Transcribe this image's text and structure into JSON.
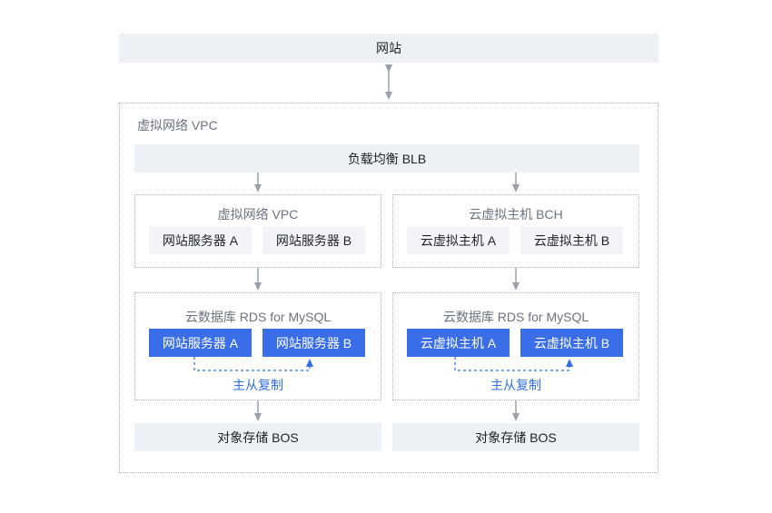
{
  "colors": {
    "bar_bg": "#edf0f5",
    "card_bg": "#f2f4f8",
    "blue": "#3a6ee8",
    "arrow": "#98a0ab",
    "repl_line": "#2f6fe8"
  },
  "website": "网站",
  "outer_vpc": {
    "title": "虚拟网络 VPC"
  },
  "blb": "负载均衡 BLB",
  "vpc_group": {
    "title": "虚拟网络 VPC",
    "items": [
      "网站服务器 A",
      "网站服务器 B"
    ]
  },
  "bch_group": {
    "title": "云虚拟主机 BCH",
    "items": [
      "云虚拟主机 A",
      "云虚拟主机 B"
    ]
  },
  "rds_left": {
    "title": "云数据库 RDS for MySQL",
    "items": [
      "网站服务器 A",
      "网站服务器 B"
    ],
    "replication": "主从复制"
  },
  "rds_right": {
    "title": "云数据库 RDS for MySQL",
    "items": [
      "云虚拟主机 A",
      "云虚拟主机 B"
    ],
    "replication": "主从复制"
  },
  "bos_left": "对象存储 BOS",
  "bos_right": "对象存储 BOS"
}
